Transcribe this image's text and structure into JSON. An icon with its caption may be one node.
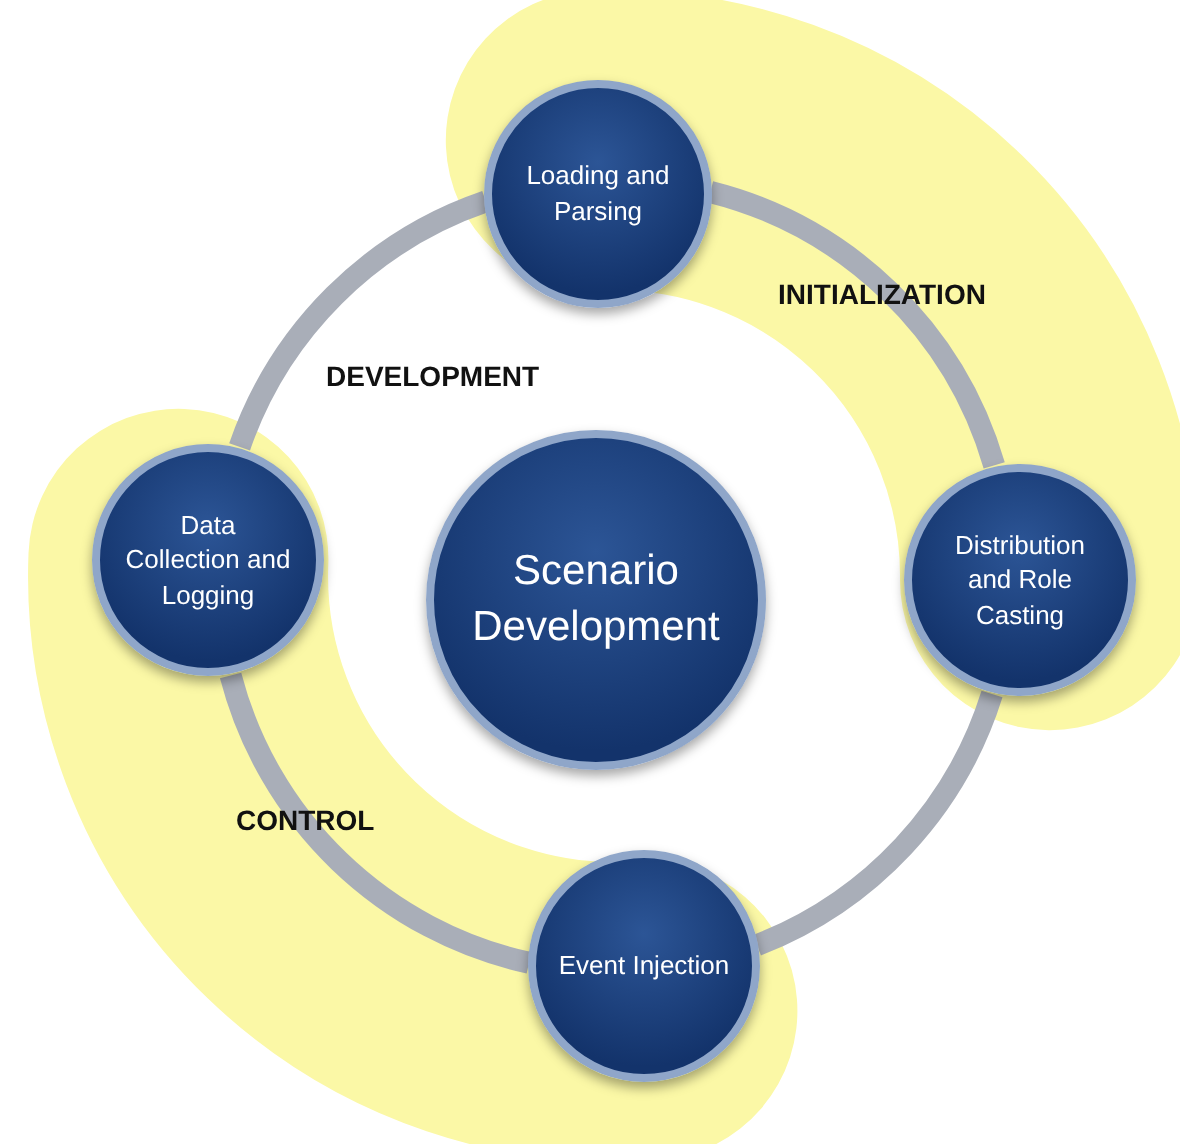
{
  "diagram": {
    "nodes": [
      {
        "text": [
          "Loading and Parsing"
        ]
      },
      {
        "text": [
          "Distribution and Role Casting"
        ]
      },
      {
        "text": [
          "Event Injection"
        ]
      },
      {
        "text": [
          "Data Collection and Logging"
        ]
      },
      {
        "text": [
          "Scenario Development"
        ]
      }
    ],
    "edges": [
      {
        "from": 0,
        "to": 1,
        "arrow": "none"
      },
      {
        "from": 1,
        "to": 2,
        "arrow": "none"
      },
      {
        "from": 2,
        "to": 3,
        "arrow": "none"
      },
      {
        "from": 3,
        "to": 0,
        "arrow": "none"
      }
    ],
    "labels": [
      "INITIALIZATION",
      "DEVELOPMENT",
      "CONTROL"
    ]
  }
}
